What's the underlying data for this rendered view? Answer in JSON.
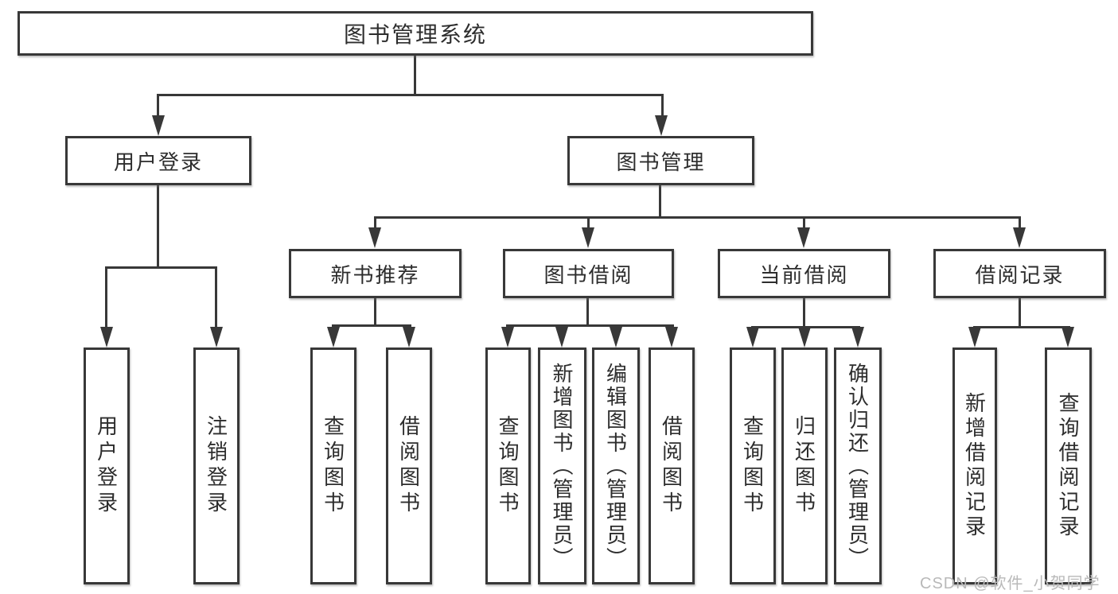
{
  "diagram": {
    "type": "hierarchy-tree",
    "colors": {
      "line": "#383838",
      "text": "#2d2d2d",
      "box_fill": "#ffffff",
      "watermark": "#b9b9b9",
      "background": "#ffffff"
    },
    "tree": {
      "root": {
        "label": "图书管理系统",
        "children": [
          {
            "label": "用户登录",
            "children": [
              {
                "label": "用户登录"
              },
              {
                "label": "注销登录"
              }
            ]
          },
          {
            "label": "图书管理",
            "children": [
              {
                "label": "新书推荐",
                "children": [
                  {
                    "label": "查询图书"
                  },
                  {
                    "label": "借阅图书"
                  }
                ]
              },
              {
                "label": "图书借阅",
                "children": [
                  {
                    "label": "查询图书"
                  },
                  {
                    "label": "新增图书（管理员）"
                  },
                  {
                    "label": "编辑图书（管理员）"
                  },
                  {
                    "label": "借阅图书"
                  }
                ]
              },
              {
                "label": "当前借阅",
                "children": [
                  {
                    "label": "查询图书"
                  },
                  {
                    "label": "归还图书"
                  },
                  {
                    "label": "确认归还（管理员）"
                  }
                ]
              },
              {
                "label": "借阅记录",
                "children": [
                  {
                    "label": "新增借阅记录"
                  },
                  {
                    "label": "查询借阅记录"
                  }
                ]
              }
            ]
          }
        ]
      }
    },
    "watermark": {
      "text": "CSDN @软件_小贺同学"
    }
  }
}
